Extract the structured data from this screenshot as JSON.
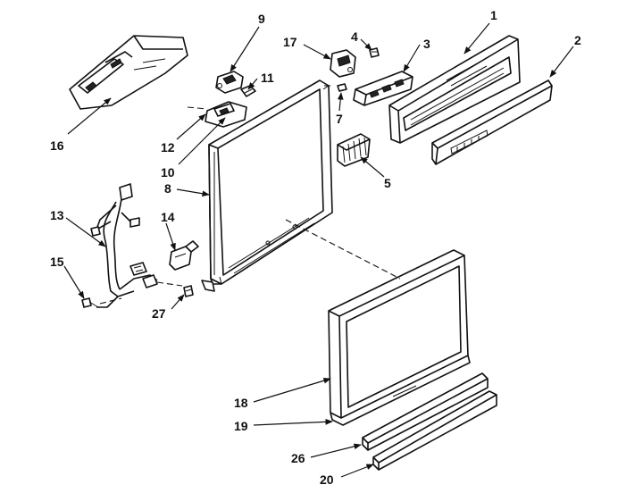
{
  "callouts": {
    "c1": "1",
    "c2": "2",
    "c3": "3",
    "c4": "4",
    "c5": "5",
    "c7": "7",
    "c8": "8",
    "c9": "9",
    "c10": "10",
    "c11": "11",
    "c12": "12",
    "c13": "13",
    "c14": "14",
    "c15": "15",
    "c16": "16",
    "c17": "17",
    "c18": "18",
    "c19": "19",
    "c20": "20",
    "c26": "26",
    "c27": "27"
  }
}
